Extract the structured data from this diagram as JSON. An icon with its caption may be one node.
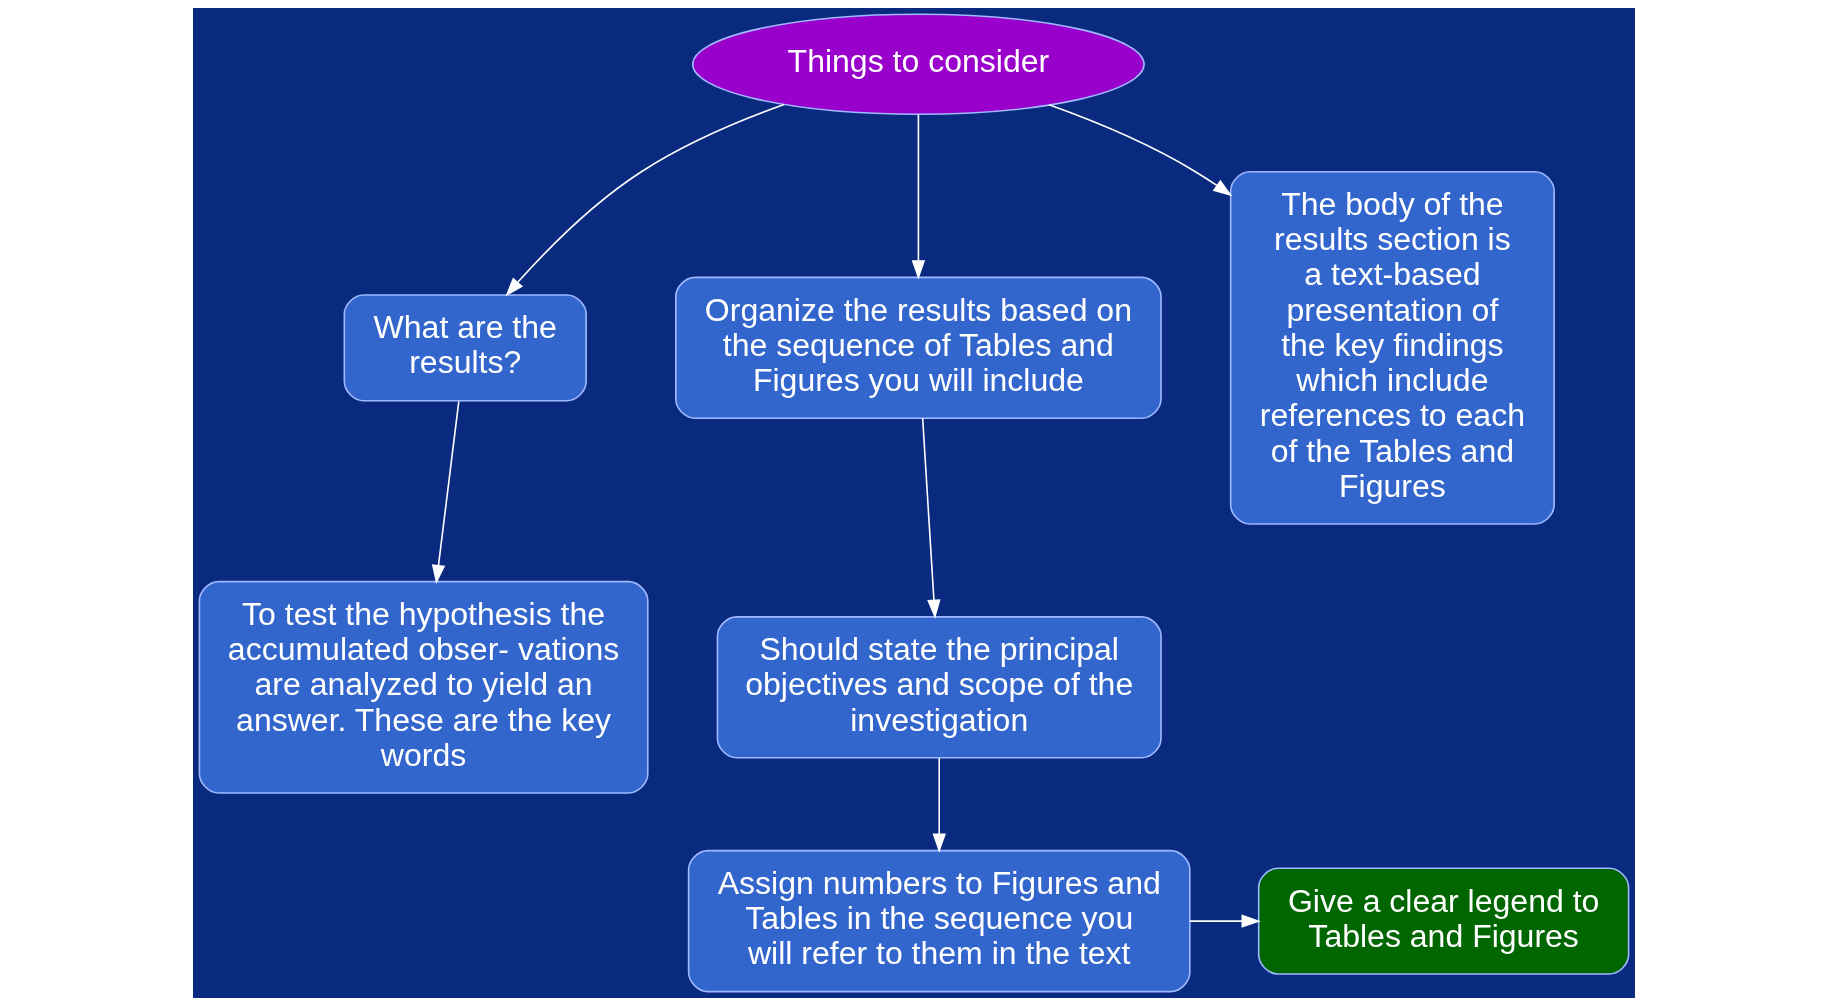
{
  "diagram": {
    "nodes": [
      {
        "text": [
          "Things to consider"
        ]
      },
      {
        "text": [
          "What are the results?"
        ]
      },
      {
        "text": [
          "Organize the results based on the sequence of Tables and Figures you will include"
        ]
      },
      {
        "text": [
          "The body of the results section is a text-based presentation of the key findings which include references to each of the Tables and Figures"
        ]
      },
      {
        "text": [
          "To test the hypothesis the accumulated obser- vations are analyzed to yield an answer. These are the key words"
        ]
      },
      {
        "text": [
          "Should state the principal objectives and scope of the investigation"
        ]
      },
      {
        "text": [
          "Give a clear legend to Tables and Figures"
        ]
      },
      {
        "text": [
          "Assign numbers to Figures and Tables in the sequence you will refer to them in the text"
        ]
      }
    ],
    "edges": [
      {
        "from": 0,
        "to": 1,
        "arrow": "to"
      },
      {
        "from": 0,
        "to": 2,
        "arrow": "to"
      },
      {
        "from": 0,
        "to": 3,
        "arrow": "to"
      },
      {
        "from": 1,
        "to": 4,
        "arrow": "to"
      },
      {
        "from": 2,
        "to": 5,
        "arrow": "to"
      },
      {
        "from": 5,
        "to": 7,
        "arrow": "to"
      },
      {
        "from": 7,
        "to": 6,
        "arrow": "to"
      }
    ]
  }
}
